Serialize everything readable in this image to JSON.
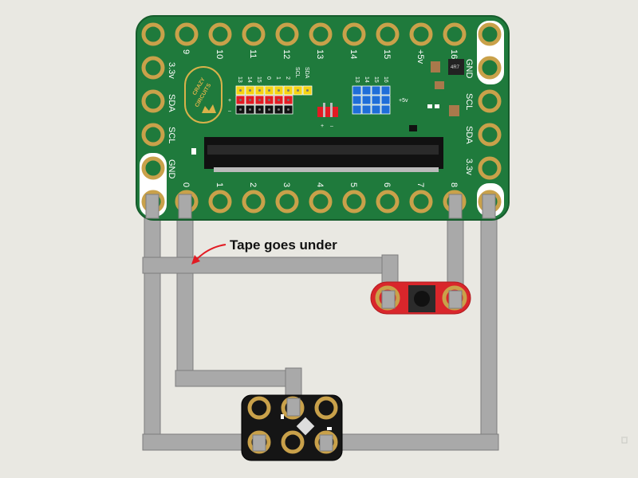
{
  "board": {
    "top_pins": [
      "9",
      "10",
      "11",
      "12",
      "13",
      "14",
      "15",
      "+5v",
      "16"
    ],
    "bottom_pins": [
      "0",
      "1",
      "2",
      "3",
      "4",
      "5",
      "6",
      "7",
      "8"
    ],
    "left_pins": [
      "3.3v",
      "SDA",
      "SCL",
      "GND"
    ],
    "right_pins": [
      "GND",
      "SCL",
      "SDA",
      "3.3v"
    ],
    "header_pins": [
      "13",
      "14",
      "15",
      "0",
      "1",
      "2"
    ],
    "header_extra": [
      "SCL",
      "SDA"
    ],
    "header_plus": "+",
    "header_minus": "–",
    "blue_pins": [
      "13",
      "14",
      "15",
      "16"
    ],
    "blue_supply": "+5v",
    "power_plus": "+",
    "power_minus": "–",
    "inductor_label": "4R7",
    "logo_line1": "CRAZY",
    "logo_line2": "CIRCUITS"
  },
  "annotation": {
    "text": "Tape goes under"
  },
  "colors": {
    "background": "#e9e8e2",
    "pcb_green": "#1f7a3c",
    "pad_gold": "#c9a14a",
    "tape": "#a9a9a9",
    "button_board": "#d9262b",
    "led_board": "#151515"
  }
}
